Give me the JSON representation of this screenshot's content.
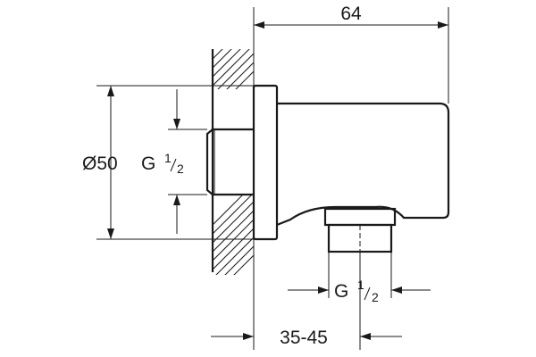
{
  "dimensions": {
    "total_length": "64",
    "diameter": "Ø50",
    "inlet_thread": {
      "prefix": "G",
      "numerator": "1",
      "denominator": "2"
    },
    "outlet_thread": {
      "prefix": "G",
      "numerator": "1",
      "denominator": "2"
    },
    "wall_range": "35-45"
  }
}
